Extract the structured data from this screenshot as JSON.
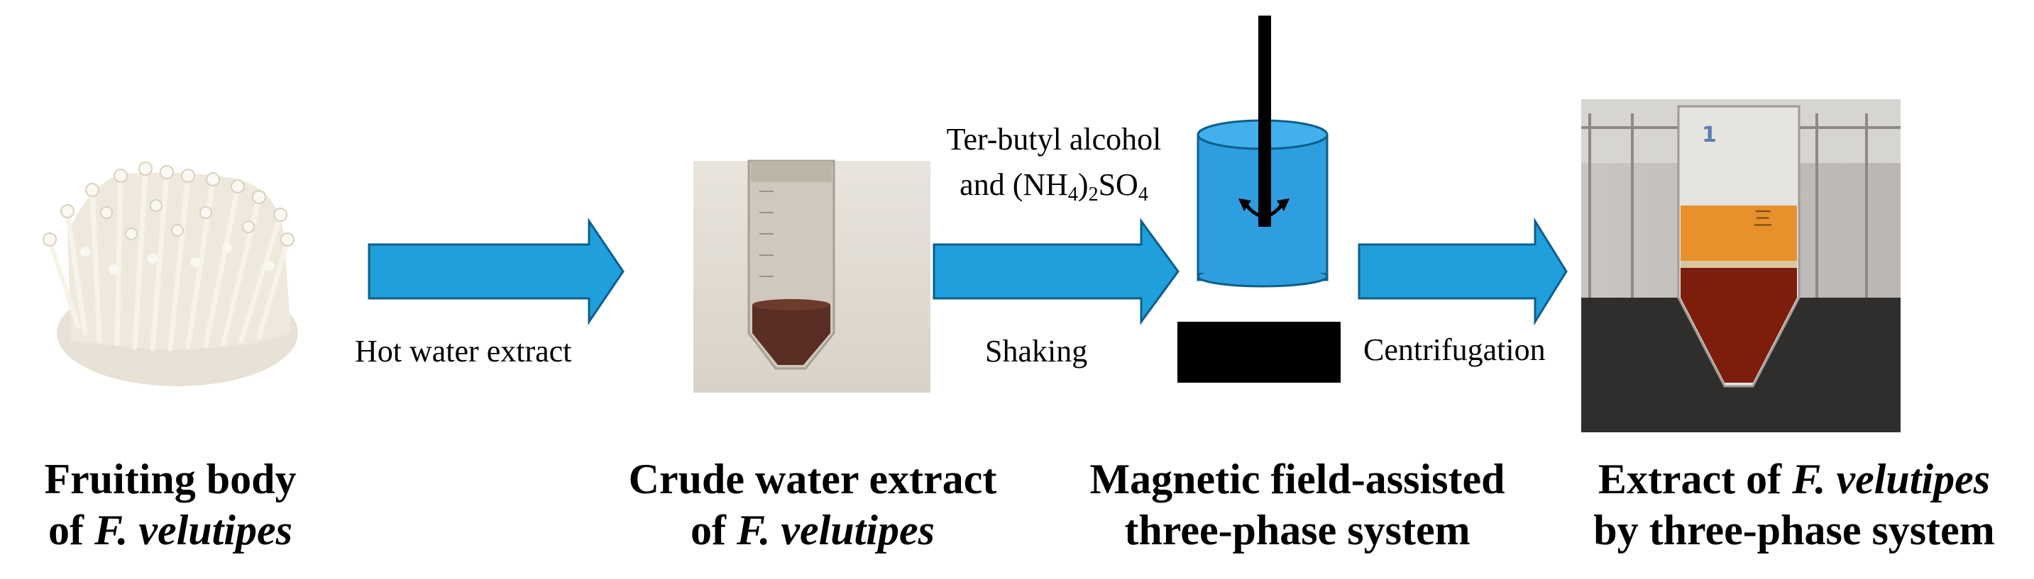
{
  "steps": {
    "hot_water": "Hot water extract",
    "shaking": "Shaking",
    "centrifugation": "Centrifugation"
  },
  "reagent": {
    "line1": "Ter-butyl alcohol",
    "line2_prefix": "and (NH",
    "sub1": "4",
    "mid": ")",
    "sub2": "2",
    "so": "SO",
    "sub3": "4"
  },
  "captions": {
    "fruiting": {
      "line1": "Fruiting body",
      "line2_prefix": "of ",
      "line2_italic": "F. velutipes"
    },
    "crude": {
      "line1": "Crude water extract",
      "line2_prefix": "of ",
      "line2_italic": "F. velutipes"
    },
    "magnetic": {
      "line1": "Magnetic field-assisted",
      "line2": "three-phase system"
    },
    "extract": {
      "line1_prefix": "Extract of ",
      "line1_italic": "F. velutipes",
      "line2": "by three-phase system"
    }
  },
  "colors": {
    "arrow_fill": "#1f9fdc",
    "arrow_stroke": "#0d5f8a",
    "beaker": "#2e9ee0",
    "plate": "#000000"
  }
}
